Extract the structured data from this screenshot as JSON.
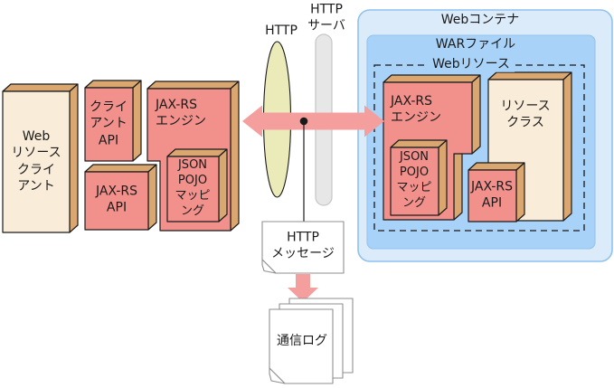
{
  "labels": {
    "web_resource_client": "Web\nリソース\nクライ\nアント",
    "client_api": "クライ\nアント\nAPI",
    "jaxrs_api_left": "JAX-RS\nAPI",
    "jaxrs_engine_left": "JAX-RS\nエンジン",
    "json_pojo_left": "JSON\nPOJO\nマッピ\nング",
    "http": "HTTP",
    "http_server": "HTTP\nサーバ",
    "web_container": "Webコンテナ",
    "war_file": "WARファイル",
    "web_resource": "Webリソース",
    "jaxrs_engine_right": "JAX-RS\nエンジン",
    "json_pojo_right": "JSON\nPOJO\nマッピ\nング",
    "jaxrs_api_right": "JAX-RS\nAPI",
    "resource_class": "リソース\nクラス",
    "http_message": "HTTP\nメッセージ",
    "comm_log": "通信ログ"
  },
  "colors": {
    "box-pink": "#F2908C",
    "face-tan": "#D9A76F",
    "box-beige": "#F9EDDA",
    "arrow-pink": "#F59E9E",
    "ellipse-yellow": "#EBEBB9",
    "server-gray": "#E7E7E7",
    "server-gray-border": "#C6C6C6",
    "container-blue": "#DCEBFA",
    "container-border": "#8FC2EE",
    "war-blue": "#A9D2F8",
    "war-border": "#93C3EE",
    "stroke-dark": "#1A1A1A",
    "doc-border": "#8F8F8F",
    "doc-white": "#FFFFFF"
  }
}
